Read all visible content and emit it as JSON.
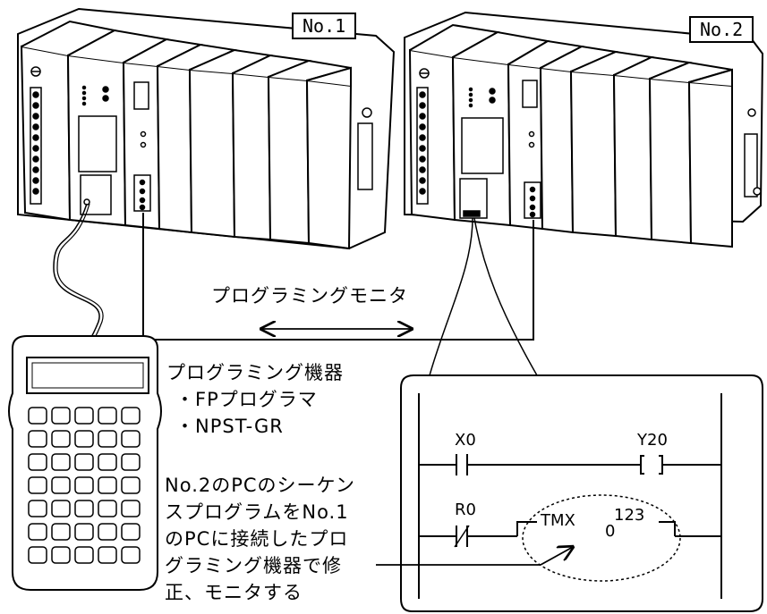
{
  "plc_labels": {
    "no1": "No.1",
    "no2": "No.2"
  },
  "monitor_caption": "プログラミングモニタ",
  "device": {
    "title": "プログラミング機器",
    "items": [
      "・FPプログラマ",
      "・NPST-GR"
    ]
  },
  "description": [
    "No.2のPCのシーケン",
    "スプログラムをNo.1",
    "のPCに接続したプロ",
    "グラミング機器で修",
    "正、モニタする"
  ],
  "ladder": {
    "contact1": "X0",
    "coil1": "Y20",
    "contact2": "R0",
    "timer": "TMX",
    "timer_no": "0",
    "timer_set": "123"
  },
  "colors": {
    "line": "#000000",
    "background": "#ffffff"
  }
}
